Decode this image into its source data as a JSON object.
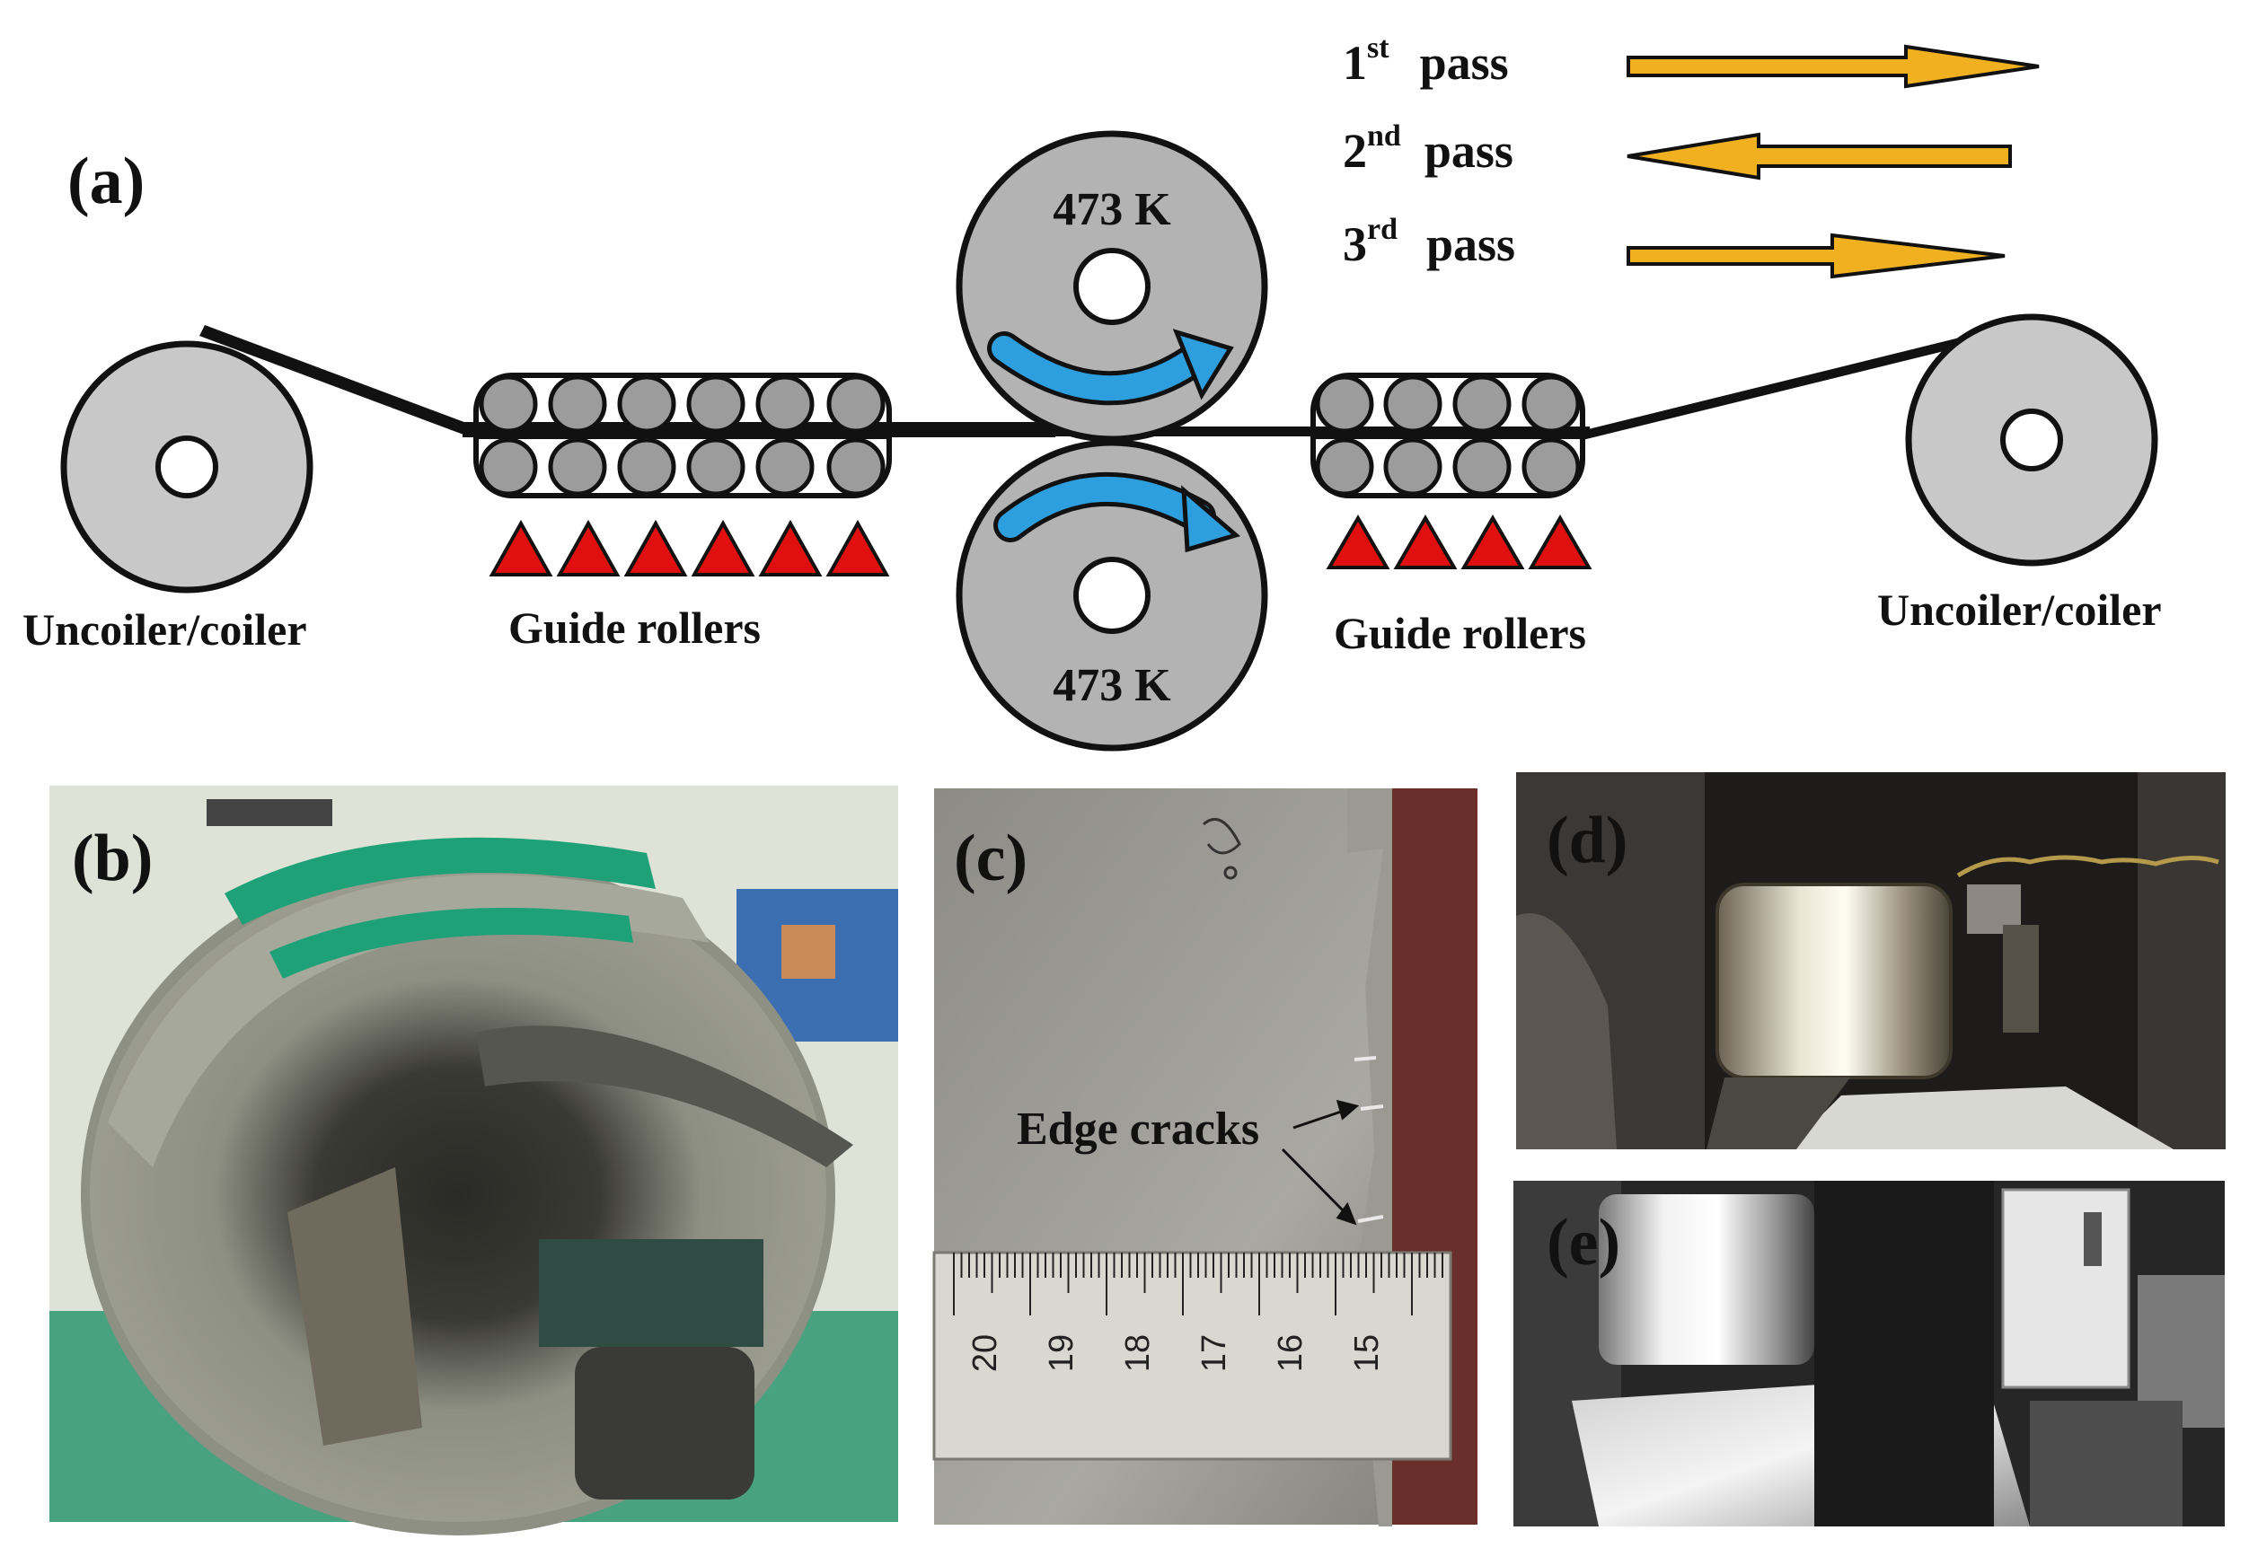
{
  "figure": {
    "panel_a": {
      "label": "(a)",
      "upper_roll_temp": "473 K",
      "lower_roll_temp": "473 K",
      "left_coil_label": "Uncoiler/coiler",
      "right_coil_label": "Uncoiler/coiler",
      "left_guide_label": "Guide rollers",
      "right_guide_label": "Guide rollers",
      "passes": [
        {
          "num": "1",
          "sup": "st",
          "word": "pass",
          "direction": "right"
        },
        {
          "num": "2",
          "sup": "nd",
          "word": "pass",
          "direction": "left"
        },
        {
          "num": "3",
          "sup": "rd",
          "word": "pass",
          "direction": "right"
        }
      ],
      "colors": {
        "roll_gray": "#b3b3b3",
        "guide_roller_gray": "#9c9c9c",
        "arrow_blue": "#2e9fde",
        "triangle_red": "#e01010",
        "pass_arrow_gold": "#f0b020"
      }
    },
    "panel_b": {
      "label": "(b)"
    },
    "panel_c": {
      "label": "(c)",
      "annotation": "Edge cracks",
      "ruler_ticks": [
        "20",
        "19",
        "18",
        "17",
        "16",
        "15"
      ]
    },
    "panel_d": {
      "label": "(d)"
    },
    "panel_e": {
      "label": "(e)"
    }
  }
}
